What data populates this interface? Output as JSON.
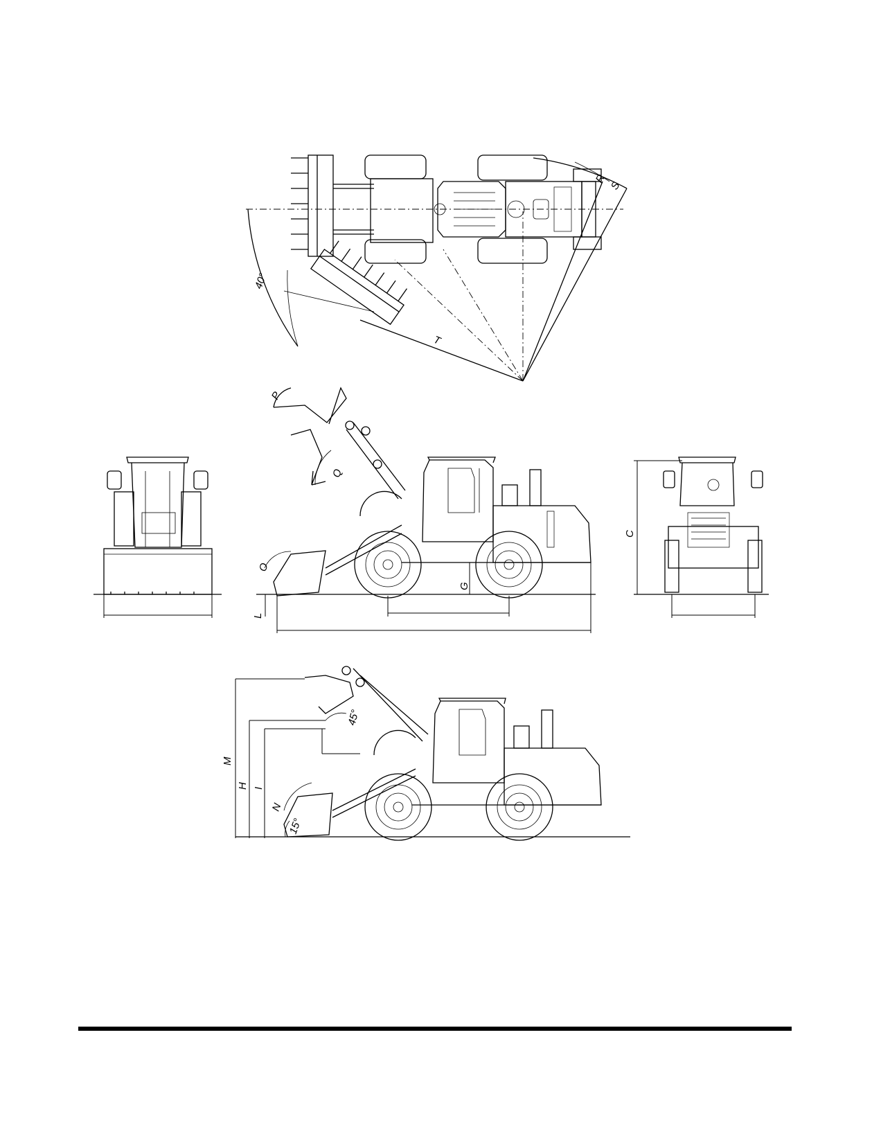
{
  "labels": {
    "R": "R",
    "S": "S",
    "T": "T",
    "angle_40": "40°",
    "P": "P",
    "Q": "Q",
    "O": "O",
    "L": "L",
    "G": "G",
    "C": "C",
    "M": "M",
    "H": "H",
    "I": "I",
    "N": "N",
    "angle_45": "45°",
    "angle_15": "15°"
  },
  "colors": {
    "line": "#000000",
    "background": "#ffffff"
  }
}
